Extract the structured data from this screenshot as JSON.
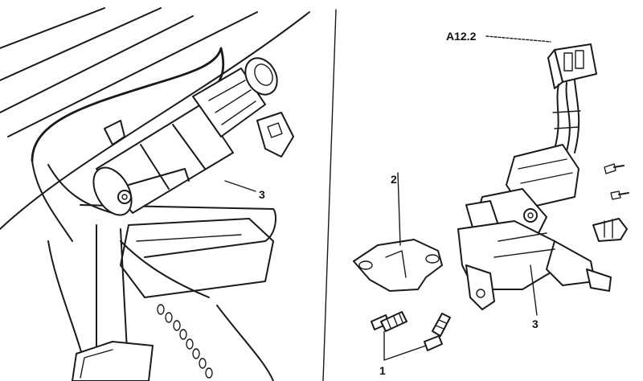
{
  "labels": {
    "connector": "A12.2",
    "left_switch": "3",
    "bracket": "2",
    "right_switch": "3",
    "bolts": "1"
  },
  "colors": {
    "line": "#1a1a1a",
    "background": "#ffffff"
  }
}
